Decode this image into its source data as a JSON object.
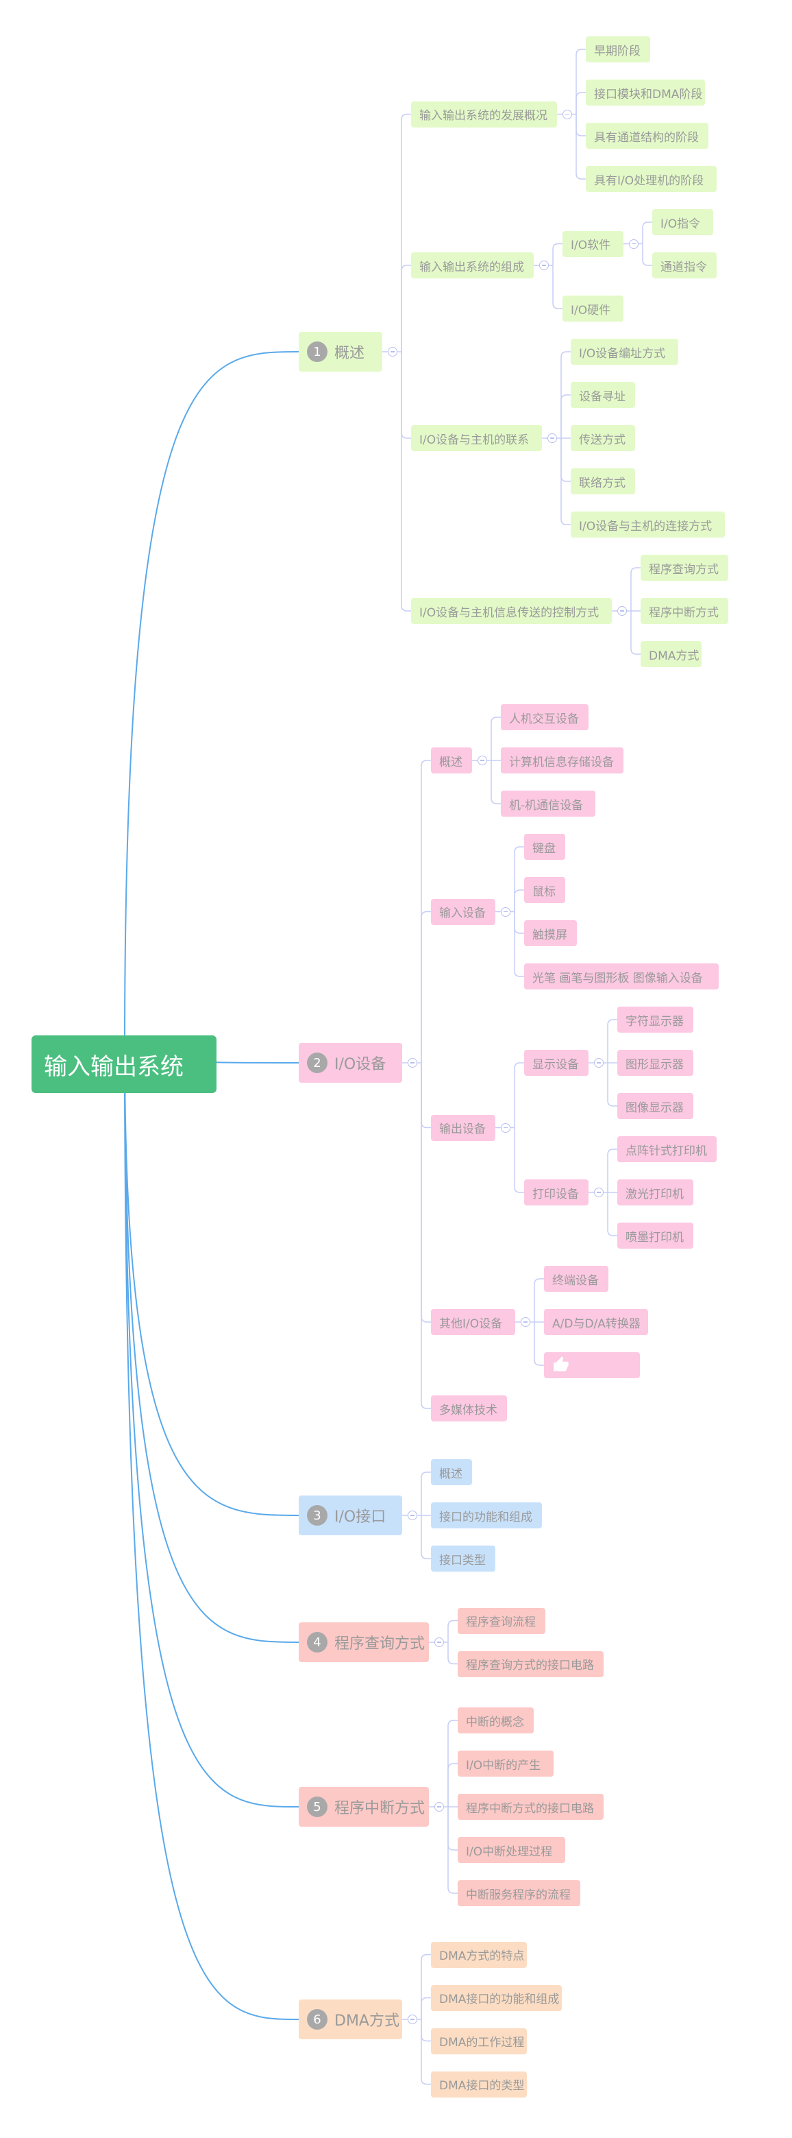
{
  "root": "输入输出系统",
  "colors": {
    "root": "#4bbf80",
    "green": "#e3fac8",
    "pink": "#fcc8e2",
    "blue": "#c8e1fb",
    "salmon": "#fcc9c6",
    "peach": "#fcddc3",
    "root_connector": "#5aa9ea",
    "branch_connector": "#c7cdf5"
  },
  "branches": [
    {
      "num": "1",
      "label": "概述",
      "theme": "green",
      "children": [
        {
          "label": "输入输出系统的发展概况",
          "children": [
            {
              "label": "早期阶段"
            },
            {
              "label": "接口模块和DMA阶段"
            },
            {
              "label": "具有通道结构的阶段"
            },
            {
              "label": "具有I/O处理机的阶段"
            }
          ]
        },
        {
          "label": "输入输出系统的组成",
          "children": [
            {
              "label": "I/O软件",
              "children": [
                {
                  "label": "I/O指令"
                },
                {
                  "label": "通道指令"
                }
              ]
            },
            {
              "label": "I/O硬件"
            }
          ]
        },
        {
          "label": "I/O设备与主机的联系",
          "children": [
            {
              "label": "I/O设备编址方式"
            },
            {
              "label": "设备寻址"
            },
            {
              "label": "传送方式"
            },
            {
              "label": "联络方式"
            },
            {
              "label": "I/O设备与主机的连接方式"
            }
          ]
        },
        {
          "label": "I/O设备与主机信息传送的控制方式",
          "children": [
            {
              "label": "程序查询方式"
            },
            {
              "label": "程序中断方式"
            },
            {
              "label": "DMA方式"
            }
          ]
        }
      ]
    },
    {
      "num": "2",
      "label": "I/O设备",
      "theme": "pink",
      "children": [
        {
          "label": "概述",
          "children": [
            {
              "label": "人机交互设备"
            },
            {
              "label": "计算机信息存储设备"
            },
            {
              "label": "机-机通信设备"
            }
          ]
        },
        {
          "label": "输入设备",
          "children": [
            {
              "label": "键盘"
            },
            {
              "label": "鼠标"
            },
            {
              "label": "触摸屏"
            },
            {
              "label": "光笔  画笔与图形板  图像输入设备"
            }
          ]
        },
        {
          "label": "输出设备",
          "children": [
            {
              "label": "显示设备",
              "children": [
                {
                  "label": "字符显示器"
                },
                {
                  "label": "图形显示器"
                },
                {
                  "label": "图像显示器"
                }
              ]
            },
            {
              "label": "打印设备",
              "children": [
                {
                  "label": "点阵针式打印机"
                },
                {
                  "label": "激光打印机"
                },
                {
                  "label": "喷墨打印机"
                }
              ]
            }
          ]
        },
        {
          "label": "其他I/O设备",
          "children": [
            {
              "label": "终端设备"
            },
            {
              "label": "A/D与D/A转换器"
            },
            {
              "label": "",
              "icon": "thumbs-up-icon"
            }
          ]
        },
        {
          "label": "多媒体技术"
        }
      ]
    },
    {
      "num": "3",
      "label": "I/O接口",
      "theme": "blue",
      "children": [
        {
          "label": "概述"
        },
        {
          "label": "接口的功能和组成"
        },
        {
          "label": "接口类型"
        }
      ]
    },
    {
      "num": "4",
      "label": "程序查询方式",
      "theme": "salmon",
      "children": [
        {
          "label": "程序查询流程"
        },
        {
          "label": "程序查询方式的接口电路"
        }
      ]
    },
    {
      "num": "5",
      "label": "程序中断方式",
      "theme": "salmon",
      "children": [
        {
          "label": "中断的概念"
        },
        {
          "label": "I/O中断的产生"
        },
        {
          "label": "程序中断方式的接口电路"
        },
        {
          "label": "I/O中断处理过程"
        },
        {
          "label": "中断服务程序的流程"
        }
      ]
    },
    {
      "num": "6",
      "label": "DMA方式",
      "theme": "peach",
      "children": [
        {
          "label": "DMA方式的特点"
        },
        {
          "label": "DMA接口的功能和组成"
        },
        {
          "label": "DMA的工作过程"
        },
        {
          "label": "DMA接口的类型"
        }
      ]
    }
  ]
}
